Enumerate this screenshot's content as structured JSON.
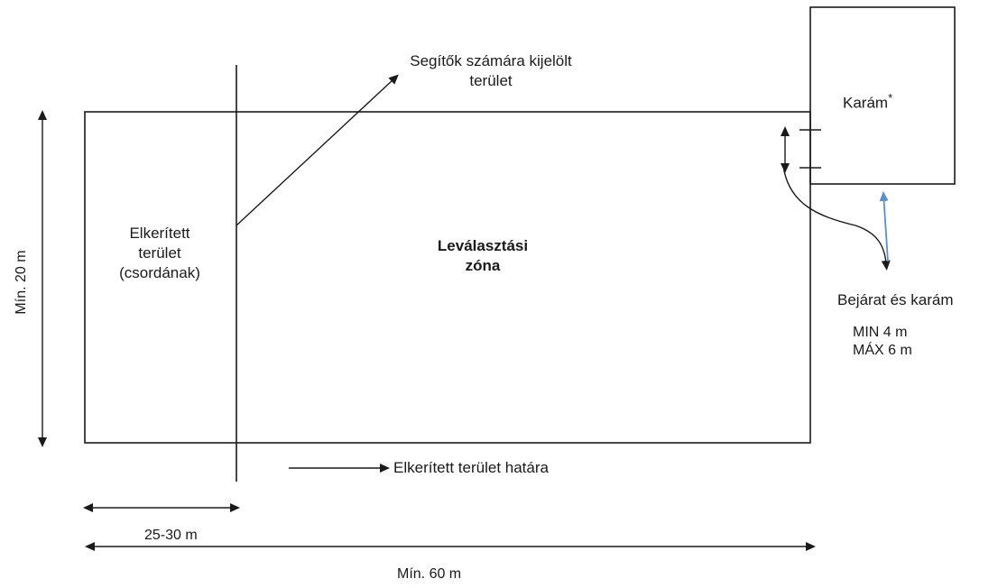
{
  "labels": {
    "helper_area_line1": "Segítők számára kijelölt",
    "helper_area_line2": "terület",
    "pen": "Karám",
    "pen_asterisk": "*",
    "fenced_area_line1": "Elkerített",
    "fenced_area_line2": "terület",
    "fenced_area_line3": "(csordának)",
    "separation_zone_line1": "Leválasztási",
    "separation_zone_line2": "zóna",
    "entrance_and_pen": "Bejárat és karám",
    "entrance_min": "MIN 4 m",
    "entrance_max": "MÁX 6 m",
    "fenced_boundary": "Elkerített terület határa",
    "width_fenced": "25-30 m",
    "total_length": "Mín. 60 m",
    "min_height": "Mín. 20 m"
  },
  "colors": {
    "line": "#1a1a1a",
    "pen_arrow": "#5b8fc7"
  }
}
